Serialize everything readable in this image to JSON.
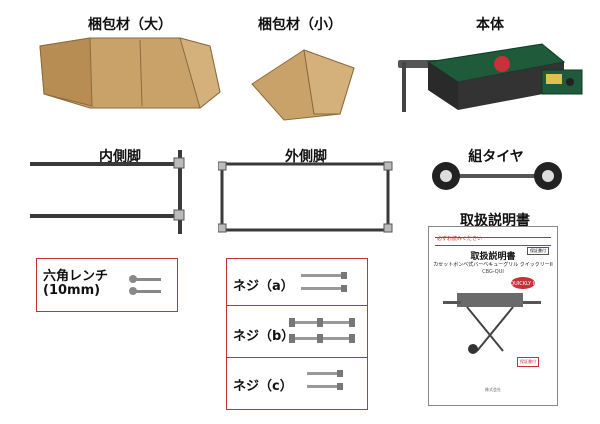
{
  "labels": {
    "box_large": "梱包材（大）",
    "box_small": "梱包材（小）",
    "body": "本体",
    "inner_legs": "内側脚",
    "outer_legs": "外側脚",
    "tire_set": "組タイヤ",
    "manual": "取扱説明書"
  },
  "wrench": {
    "line1": "六角レンチ",
    "line2": "(10mm)"
  },
  "screws": [
    {
      "label": "ネジ（a）"
    },
    {
      "label": "ネジ（b）"
    },
    {
      "label": "ネジ（c）"
    }
  ],
  "manual_page": {
    "warning_bar": "必ずお読みください",
    "title": "取扱説明書",
    "subtitle": "カセットボンベ式バーベキューグリル クイックリーII",
    "model": "CBG-QUI",
    "tag": "保証書付",
    "logo": "QUICKLY II",
    "stamp": "保証書付",
    "footer": "株式会社"
  },
  "colors": {
    "accent_red": "#c8313a",
    "cardboard": "#c9a26a",
    "grill_green": "#1f5a3a",
    "frame_dark": "#3a3a3a"
  }
}
